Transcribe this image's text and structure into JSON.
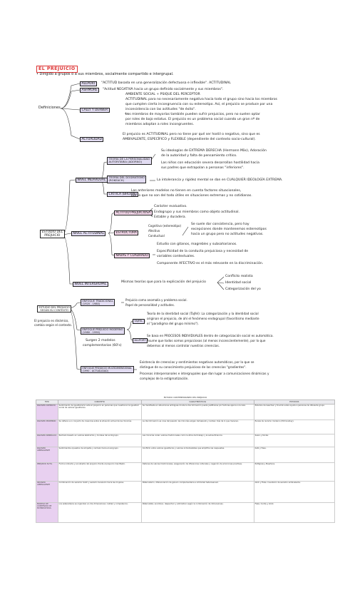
{
  "title": "EL PREJUICIO",
  "intro": "• Dirigido a grupos o a sus miembros, socialmente compartido e intergrupal.",
  "definiciones": {
    "label": "Definiciones",
    "allport": {
      "tag": "ALLPORT",
      "text": "\"ACTITUD basada en una generalización defectuosa e inflexible\". ACTITUDINAL"
    },
    "ashmore": {
      "tag": "ASHMORE",
      "text": "\"Actitud NEGATIVA hacia un grupo definido socialmente y sus miembros\"."
    },
    "cawley": {
      "tag": "CALLY Y DERBER",
      "lines": [
        "AMBIENTE SOCIAL + PSIQUE DEL PERCEPTOR",
        "ACTITUDINAL para no necesariamente negativa hacia todo el grupo sino hacia los miembros",
        "que cumplen cierta incongruencia con su estereotipo. Así, el prejuicio se produce por una",
        "inconsistencia con las actitudes \"de éxito\".",
        "Los miembros de mayorías también pueden sufrir prejuicios, pero no suelen optar",
        "por roles de bajo estatus. El prejuicio es un problema social cuando un gran nº de",
        "miembros adoptan a roles incongruentes."
      ]
    },
    "actualidad": {
      "tag": "ACTUALIDAD",
      "lines": [
        "El prejuicio es ACTITUDINAL pero no tiene por qué ser hostil o negativo, sino que es",
        "AMBIVALENTE, ESPECÍFICO y FLEXIBLE (dependiente del contexto socio-cultural)."
      ]
    }
  },
  "estudio": {
    "label": [
      "ESTUDIO DEL",
      "PREJUICIO"
    ],
    "nivel_individual": {
      "tag": "NIVEL INDIVIDUAL",
      "autoritaria": {
        "tag": [
          "TEORÍA DE LA PERSONALIDAD",
          "AUTORITARIA (ADORNO)"
        ],
        "lines": [
          "Su ideologías de EXTREMA DERECHA (Hermann Mäs), Adoración",
          "de la autoridad y falta de pensamiento crítico.",
          "Las niños con educación severa desarrollan hostilidad hacia",
          "sus padres que extrapolan a personas \"inferiores\"."
        ]
      },
      "dogmatismo": {
        "tag": [
          "TEORÍA DEL DOGMATISMO",
          "(ROKEACH)"
        ],
        "text": "La intolerancia y rigidez mental se dan en CUALQUIER IDEOLOGÍA EXTREMA."
      },
      "critica": {
        "tag": "CRÍTICA (BROWN)",
        "lines": [
          "Las anteriores modelos no tienen en cuenta factores situacionales,",
          "por lo que no son del todo útiles en situaciones extremas y no cotidianas."
        ]
      }
    },
    "nivel_actitudinal": {
      "tag": "NIVEL ACTITUDINAL",
      "actitud": {
        "tag": "ACTITUD PREJUICIOSA",
        "lines": [
          "Carácter evaluativo.",
          "Endogrupo y sus miembros como objeto actitudinal.",
          "Estable y duradera."
        ]
      },
      "estructura": {
        "tag": "ESTRUCTURA",
        "items": [
          "Cognitivo (estereotipo)",
          "Afectivo",
          "Conductual"
        ],
        "lines": [
          "Se suele dar consistencia, pero hay",
          "excepciones donde mantenemos estereotipos",
          "hacia un grupo pero no actitudes negativas."
        ]
      },
      "navas": {
        "tag": "NAVAS Y CUADRADO",
        "lines": [
          "Estudio con gitanos, magrebíes y subsaharianos.",
          "Especificidad de la conducta prejuiciosa y necesidad de",
          "variables contextuales.",
          "Componente AFECTIVO es el más relevante en la discriminación."
        ]
      }
    },
    "nivel_intergrupal": {
      "tag": "NIVEL INTERGRUPAL",
      "text": "Mismas teorías que para la explicación del prejuicio",
      "items": [
        "Conflicto realista",
        "Identidad social",
        "Categorización del yo"
      ]
    }
  },
  "autores": {
    "label": [
      "ESTUDIO DEL PREJUICIO",
      "SEGÚN SU CONTEXTO"
    ],
    "side_note": [
      "El prejuicio es dinámico,",
      "cambia según el contexto."
    ],
    "tradicional": {
      "tag": [
        "ENFOQUE TRADICIONAL",
        "(1920 - 1980)"
      ],
      "lines": [
        "Prejuicio como anomalía y problema social.",
        "Papel de personalidad y actitudes."
      ]
    },
    "moderno": {
      "tag": [
        "ENFOQUE PREJUICIO MODERNO",
        "(1980 - 1990)"
      ],
      "sub": [
        "Surgen 2 modelos",
        "complementarios (60's)"
      ],
      "tajfel": {
        "tag": "TAJFEL",
        "lines": [
          "Teoría de la identidad social (Tajfel): La categorización y la identidad social",
          "originan el prejuicio, de ahí el fenómeno endogrupal (favoritismo mediante",
          "el \"paradigma del grupo mínimo\")."
        ]
      },
      "allport": {
        "tag": "ALLPORT",
        "lines": [
          "Se basa en PROCESOS INDIVIDUALES dentro de categorización social es automática.",
          "Asume que todos somos prejuiciosos (al menos inconscientemente), por lo que",
          "debemos al menos controlar nuestras creencias."
        ]
      }
    },
    "multidimensional": {
      "tag": [
        "ENFOQUE PREJUICIO MULTIDIMENSIONAL",
        "(1990 - ACTUALIDAD)"
      ],
      "lines": [
        "Existencia de creencias y sentimientos negativos automáticos, por lo que se",
        "distingue de su conocimiento prejuicioso de las creencias \"gradientes\".",
        "Procesos interpersonales e intergrupales que dan lugar a comunicaciones dinámicas y",
        "complejas de la estigmatización."
      ]
    }
  },
  "tabla": {
    "title": "ESTUDIO CONTEMPORÁNEO DEL PREJUICIO",
    "headers": [
      "TIPO",
      "CONCEPTO",
      "CARACTERÍSTICAS",
      "ESTUDIOS"
    ],
    "rows": [
      {
        "tipo": "RACISMO AVERSIVO",
        "concepto": "Sentimiento de igualitarismo ante el prejuicio en personas que cuestionan la igualdad social de valores igualitarios.",
        "caract": "Se manifiesta en situaciones ambiguas donde la discriminación puede justificarse por factores ajenos a la raza.",
        "estudios": "Estudios de Gaertner y Dovidio sobre ayuda a personas de diferente grupo."
      },
      {
        "tipo": "RACISMO MODERNO",
        "concepto": "Se refiere a un conjunto de creencias sobre la situación actual de las minorías.",
        "caract": "La discriminación es cosa del pasado; las minorías exigen demasiado y reciben más de lo que merecen.",
        "estudios": "Escala de racismo moderno (McConahay)."
      },
      {
        "tipo": "RACISMO SIMBÓLICO",
        "concepto": "Rechazo basado en valores abstractos y morales del endogrupo.",
        "caract": "Las minorías violan valores tradicionales como la ética del trabajo y la autosuficiencia.",
        "estudios": "Sears y Kinder."
      },
      {
        "tipo": "RACISMO AMBIVALENTE",
        "concepto": "Sentimientos opuestos de simpatía y rechazo hacia el exogrupo.",
        "caract": "Conflicto entre valores igualitarios y valores individualistas que amplifica las respuestas.",
        "estudios": "Katz y Hass."
      },
      {
        "tipo": "PREJUICIO SUTIL",
        "concepto": "Forma indirecta y encubierta del prejuicio frente al prejuicio manifiesto.",
        "caract": "Defensa de valores tradicionales, exageración de diferencias culturales y negación de emociones positivas.",
        "estudios": "Pettigrew y Meertens."
      },
      {
        "tipo": "SEXISMO AMBIVALENTE",
        "concepto": "Combinación de sexismo hostil y sexismo benévolo hacia las mujeres.",
        "caract": "Paternalismo, diferenciación de género complementaria e intimidad heterosexual.",
        "estudios": "Glick y Fiske. Inventario de sexismo ambivalente."
      },
      {
        "tipo": "MODELO DE CONTENIDO DE ESTEREOTIPOS",
        "concepto": "Los estereotipos se organizan en dos dimensiones: calidez y competencia.",
        "caract": "Paternalista, envidioso, despectivo y admirativo según la combinación de dimensiones.",
        "estudios": "Fiske, Cuddy y Glick."
      }
    ]
  }
}
